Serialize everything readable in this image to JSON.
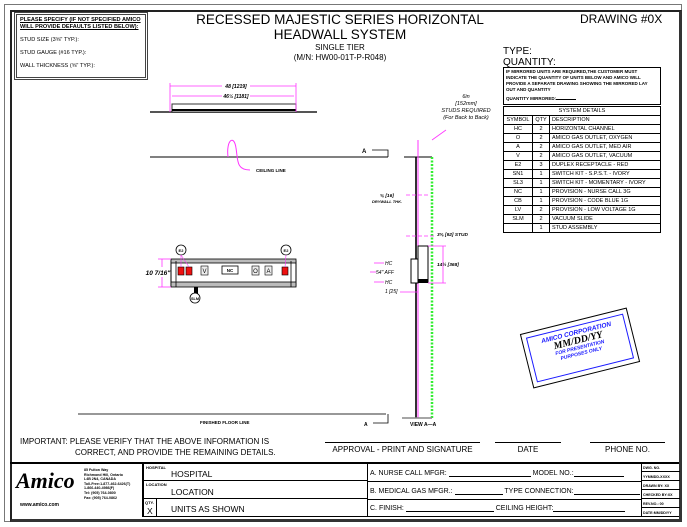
{
  "spec_box": {
    "title": "PLEASE SPECIFY (IF NOT SPECIFIED AMICO WILL PROVIDE DEFAULTS LISTED BELOW):",
    "stud_size": "STUD SIZE (3⅝\" TYP.):",
    "stud_gauge": "STUD GAUGE (#16 TYP.):",
    "wall_thickness": "WALL THICKNESS (⅝\" TYP.):"
  },
  "header": {
    "title_line1": "RECESSED MAJESTIC SERIES HORIZONTAL",
    "title_line2": "HEADWALL SYSTEM",
    "subtitle": "SINGLE TIER",
    "model": "(M/N: HW00-01T-P-R048)",
    "drawing_no": "DRAWING #0X",
    "type_label": "TYPE:",
    "quantity_label": "QUANTITY:"
  },
  "mirror_note": {
    "text": "IF MIRRORED UNITS ARE REQUIRED,THE CUSTOMER MUST INDICATE THE QUANTITY OF UNITS BELOW AND AMICO WILL PROVIDE A SEPARATE DRAWING SHOWING THE MIRRORED LAY OUT AND QUANTITY",
    "quantity_mirrored": "QUANTITY MIRRORED:"
  },
  "system_details": {
    "title": "SYSTEM DETAILS",
    "headers": [
      "SYMBOL",
      "QTY",
      "DESCRIPTION"
    ],
    "rows": [
      [
        "HC",
        "2",
        "HORIZONTAL CHANNEL"
      ],
      [
        "O",
        "2",
        "AMICO GAS OUTLET, OXYGEN"
      ],
      [
        "A",
        "2",
        "AMICO GAS OUTLET, MED AIR"
      ],
      [
        "V",
        "2",
        "AMICO GAS OUTLET, VACUUM"
      ],
      [
        "E2",
        "3",
        "DUPLEX RECEPTACLE - RED"
      ],
      [
        "SN1",
        "1",
        "SWITCH KIT - S.P.S.T. - IVORY"
      ],
      [
        "SL3",
        "1",
        "SWITCH KIT - MOMENTARY - IVORY"
      ],
      [
        "NC",
        "1",
        "PROVISION - NURSE CALL 3G"
      ],
      [
        "CB",
        "1",
        "PROVISION - CODE BLUE 1G"
      ],
      [
        "LV",
        "2",
        "PROVISION - LOW VOLTAGE 1G"
      ],
      [
        "SLM",
        "2",
        "VACUUM SLIDE"
      ],
      [
        "",
        "1",
        "STUD ASSEMBLY"
      ]
    ]
  },
  "drawing": {
    "dim_overall": "48 [1219]",
    "dim_inner": "46½ [1181]",
    "ceiling_line": "CEILING LINE",
    "section_marker": "A",
    "studs_note_1": "6in",
    "studs_note_2": "[152mm]",
    "studs_note_3": "STUDS REQUIRED",
    "studs_note_4": "(For Back to Back)",
    "drywall": "⅝ [16]",
    "drywall_label": "DRYWALL THK.",
    "stud_dim": "3⅝ [92] STUD",
    "height_dim": "14½ [368]",
    "hc_top": "HC",
    "aff": "54\" AFF",
    "hc_bottom": "HC",
    "offset": "1 [25]",
    "unit_height": "10 7/16\"",
    "e2_tag": "E2",
    "slm_tag": "SLM",
    "outlet_v": "V",
    "outlet_nc": "NC",
    "outlet_o": "O",
    "outlet_a": "A",
    "finished_floor": "FINISHED FLOOR LINE",
    "view_label": "VIEW A—A",
    "colors": {
      "dimension": "#ff33ff",
      "stud": "#33ee33",
      "receptacle": "#ee1111",
      "stamp": "#1a1aff"
    }
  },
  "stamp": {
    "company": "AMICO CORPORATION",
    "date": "MM/DD/YY",
    "note_1": "FOR PRESENTATION",
    "note_2": "PURPOSES ONLY"
  },
  "approval": {
    "important": "IMPORTANT: PLEASE VERIFY THAT THE ABOVE INFORMATION IS",
    "important_2": "CORRECT, AND PROVIDE THE REMAINING DETAILS.",
    "signature": "APPROVAL - PRINT AND SIGNATURE",
    "date": "DATE",
    "phone": "PHONE NO."
  },
  "title_block": {
    "logo": "Amico",
    "website": "www.amico.com",
    "address": [
      "85 Fulton Way",
      "Richmond Hill, Ontario",
      "L4B 2N4, CANADA",
      "Toll-Free:1-877-462-6426(T)",
      "1-866-440-4986(F)",
      "Tel: (905) 764-0800",
      "Fax: (905) 764-0862"
    ],
    "hospital_label": "HOSPITAL",
    "hospital_value": "HOSPITAL",
    "location_label": "LOCATION",
    "location_value": "LOCATION",
    "qty_label": "QTY.",
    "qty_value": "X",
    "units_value": "UNITS AS SHOWN",
    "nurse_call": "A. NURSE CALL   MFGR:",
    "model_no": "MODEL NO.:",
    "med_gas": "B. MEDICAL GAS MFGR.:",
    "type_conn": "TYPE CONNECTION:",
    "finish": "C. FINISH:",
    "ceiling_height": "CEILING HEIGHT:",
    "dwg_no_label": "DWG. NO.",
    "dwg_no": "YYMMDD-XXXX",
    "drawn_by": "DRAWN BY: XX",
    "checked_by": "CHECKED BY:XX",
    "rev_no": "REV.NO.: 00",
    "date": "DATE:MM/DD/YY"
  }
}
